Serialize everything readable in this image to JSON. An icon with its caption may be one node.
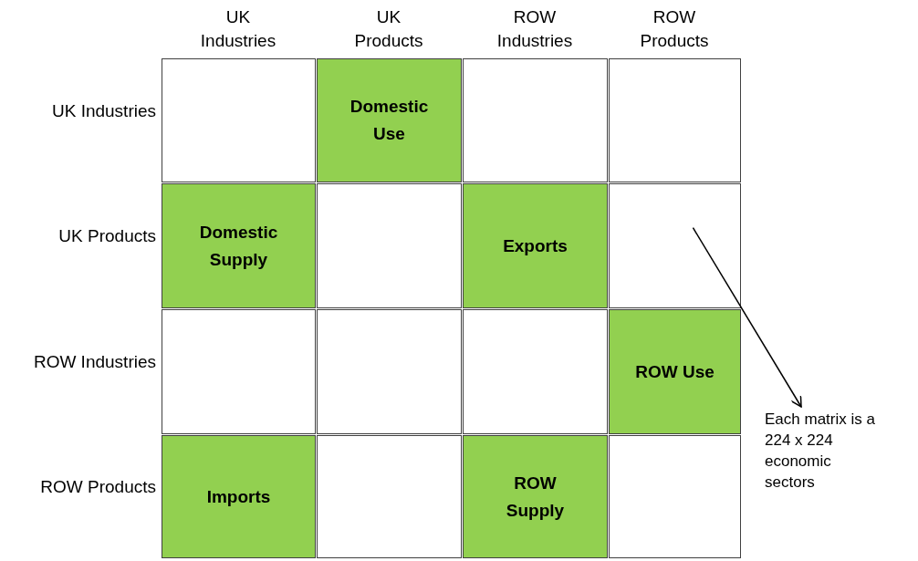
{
  "diagram": {
    "nodes": [
      {
        "text": [],
        "shape": "box"
      },
      {
        "text": [
          "Domestic Use"
        ]
      },
      {
        "text": [],
        "shape": "box"
      },
      {
        "text": [],
        "shape": "box"
      },
      {
        "text": [
          "Domestic Supply"
        ]
      },
      {
        "text": [],
        "shape": "box"
      },
      {
        "text": [
          "Exports"
        ]
      },
      {
        "text": [],
        "shape": "box"
      },
      {
        "text": [],
        "shape": "box"
      },
      {
        "text": [],
        "shape": "box"
      },
      {
        "text": [],
        "shape": "box"
      },
      {
        "text": [
          "ROW Use"
        ]
      },
      {
        "text": [
          "Imports"
        ]
      },
      {
        "text": [],
        "shape": "box"
      },
      {
        "text": [
          "ROW Supply"
        ]
      },
      {
        "text": [],
        "shape": "box"
      },
      {
        "text": [
          "Each matrix is a 224 x 224 economic sectors"
        ]
      }
    ],
    "edges": [
      {
        "from": 7,
        "to": 16,
        "arrow": "to"
      }
    ],
    "labels": [
      "UK Industries",
      "UK Products",
      "ROW Industries",
      "ROW Products",
      "UK Industries",
      "UK Products",
      "ROW Industries",
      "ROW Products"
    ]
  }
}
